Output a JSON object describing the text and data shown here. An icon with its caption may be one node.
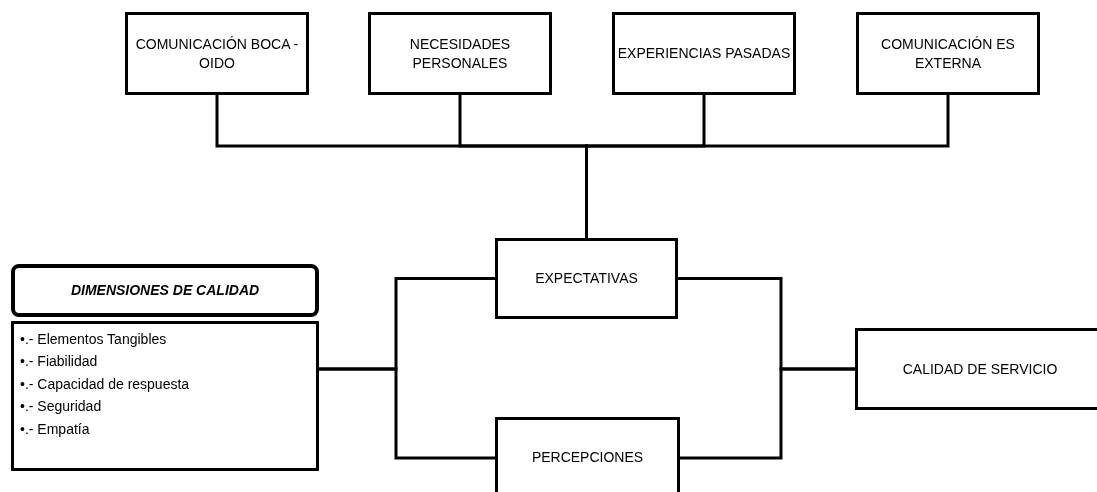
{
  "diagram": {
    "nodes": [
      {
        "text": [
          "COMUNICACIÓN BOCA - OIDO"
        ]
      },
      {
        "text": [
          "NECESIDADES PERSONALES"
        ]
      },
      {
        "text": [
          "EXPERIENCIAS PASADAS"
        ]
      },
      {
        "text": [
          "COMUNICACIÓN ES EXTERNA"
        ]
      },
      {
        "text": [
          "EXPECTATIVAS"
        ]
      },
      {
        "text": [
          "DIMENSIONES DE CALIDAD"
        ]
      },
      {
        "text": [
          "•.- Elementos Tangibles",
          "•.- Fiabilidad",
          "•.- Capacidad de respuesta",
          "•.- Seguridad",
          "•.- Empatía"
        ]
      },
      {
        "text": [
          "PERCEPCIONES"
        ]
      },
      {
        "text": [
          "CALIDAD DE SERVICIO"
        ]
      }
    ],
    "edges": [
      {
        "from": 0,
        "to": 4,
        "arrow": "none"
      },
      {
        "from": 1,
        "to": 4,
        "arrow": "none"
      },
      {
        "from": 2,
        "to": 4,
        "arrow": "none"
      },
      {
        "from": 3,
        "to": 4,
        "arrow": "none"
      },
      {
        "from": 6,
        "to": 4,
        "arrow": "none"
      },
      {
        "from": 6,
        "to": 7,
        "arrow": "none"
      },
      {
        "from": 4,
        "to": 8,
        "arrow": "none"
      },
      {
        "from": 7,
        "to": 8,
        "arrow": "none"
      }
    ]
  }
}
